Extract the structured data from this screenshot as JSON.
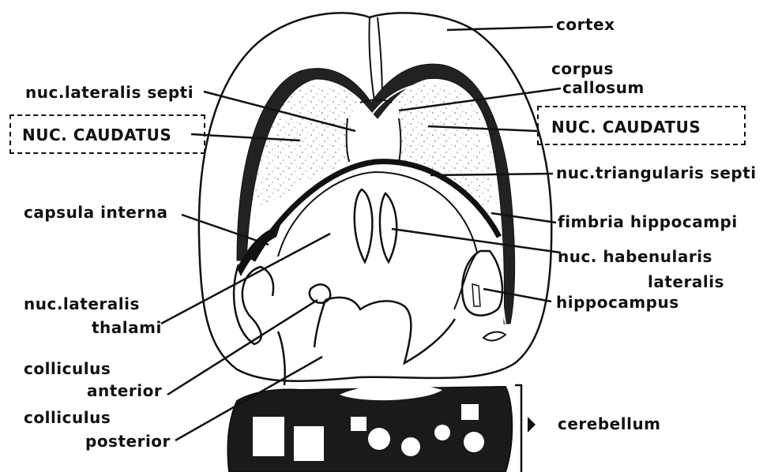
{
  "labels": {
    "cortex": "cortex",
    "corpus_1": "corpus",
    "corpus_2": "callosum",
    "nuc_lat_septi": "nuc.lateralis septi",
    "caudatus_left": "NUC. CAUDATUS",
    "caudatus_right": "NUC. CAUDATUS",
    "triangularis": "nuc.triangularis septi",
    "capsula": "capsula interna",
    "fimbria": "fimbria hippocampi",
    "habenularis_1": "nuc. habenularis",
    "habenularis_2": "lateralis",
    "lat_thal_1": "nuc.lateralis",
    "lat_thal_2": "thalami",
    "hippocampus": "hippocampus",
    "coll_ant_1": "colliculus",
    "coll_ant_2": "anterior",
    "coll_post_1": "colliculus",
    "coll_post_2": "posterior",
    "cerebellum": "cerebellum"
  },
  "colors": {
    "ink": "#111111",
    "paper": "#ffffff"
  }
}
